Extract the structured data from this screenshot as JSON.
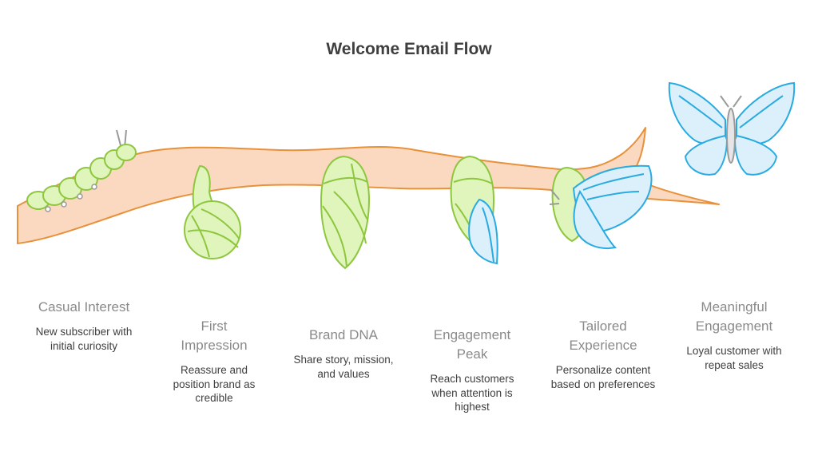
{
  "title": "Welcome Email Flow",
  "stages": [
    {
      "label": "Casual Interest",
      "description": "New subscriber with initial curiosity"
    },
    {
      "label": "First Impression",
      "description": "Reassure and position brand as credible"
    },
    {
      "label": "Brand DNA",
      "description": "Share story, mission, and values"
    },
    {
      "label": "Engagement Peak",
      "description": "Reach customers when attention is highest"
    },
    {
      "label": "Tailored Experience",
      "description": "Personalize content based on preferences"
    },
    {
      "label": "Meaningful Engagement",
      "description": "Loyal customer with repeat sales"
    }
  ],
  "icons": [
    "caterpillar-icon",
    "chrysalis-icon",
    "cocoon-icon",
    "emerging-butterfly-icon",
    "unfolding-butterfly-icon",
    "butterfly-icon"
  ],
  "colors": {
    "branch_fill": "#fbd9c0",
    "branch_stroke": "#e8913a",
    "green_fill": "#dff5bb",
    "green_stroke": "#8ec63f",
    "blue_fill": "#dbf0fb",
    "blue_stroke": "#29abe2",
    "title": "#3f3f3f",
    "label": "#8a8a8a"
  }
}
